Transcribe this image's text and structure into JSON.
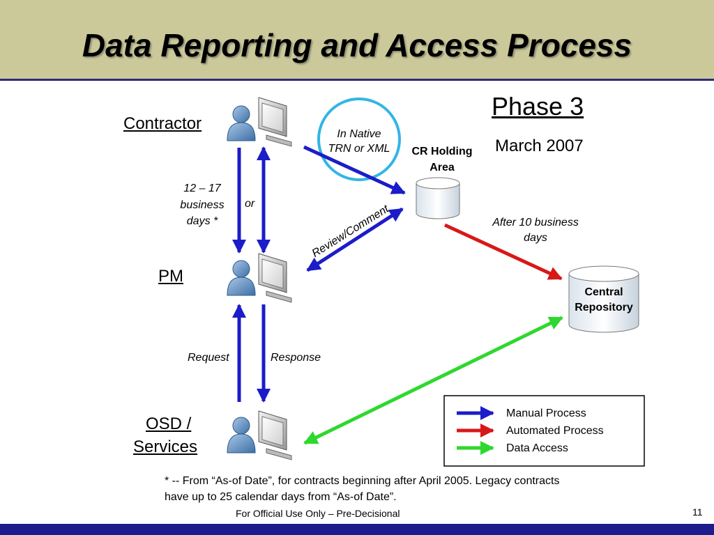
{
  "slide": {
    "title": "Data Reporting and Access Process",
    "phase": "Phase 3",
    "date": "March 2007",
    "page_number": "11",
    "classification": "For Official Use Only – Pre-Decisional"
  },
  "actors": {
    "contractor": "Contractor",
    "pm": "PM",
    "osd_line1": "OSD /",
    "osd_line2": "Services"
  },
  "nodes": {
    "cr_holding_line1": "CR Holding",
    "cr_holding_line2": "Area",
    "central_line1": "Central",
    "central_line2": "Repository"
  },
  "labels": {
    "native_line1": "In Native",
    "native_line2": "TRN or XML",
    "days_line1": "12 – 17",
    "days_line2": "business",
    "days_line3": "days *",
    "or": "or",
    "review": "Review/Comment",
    "after_line1": "After 10 business",
    "after_line2": "days",
    "request": "Request",
    "response": "Response"
  },
  "legend": {
    "items": [
      {
        "label": "Manual Process",
        "color": "#1c1cc8"
      },
      {
        "label": "Automated Process",
        "color": "#d81818"
      },
      {
        "label": "Data Access",
        "color": "#2ed82e"
      }
    ]
  },
  "footnote": {
    "line1": "* -- From “As-of Date”, for contracts beginning after April 2005.  Legacy contracts",
    "line2": "have up to 25 calendar days from “As-of Date”."
  },
  "colors": {
    "manual": "#1c1cc8",
    "automated": "#d81818",
    "access": "#2ed82e",
    "highlight_circle": "#33b5e5",
    "title_bar": "#cbc99a",
    "bottom_bar": "#1c1c8c"
  },
  "icons": {
    "person": "person-icon",
    "computer": "computer-monitor-icon",
    "database": "database-cylinder-icon"
  }
}
